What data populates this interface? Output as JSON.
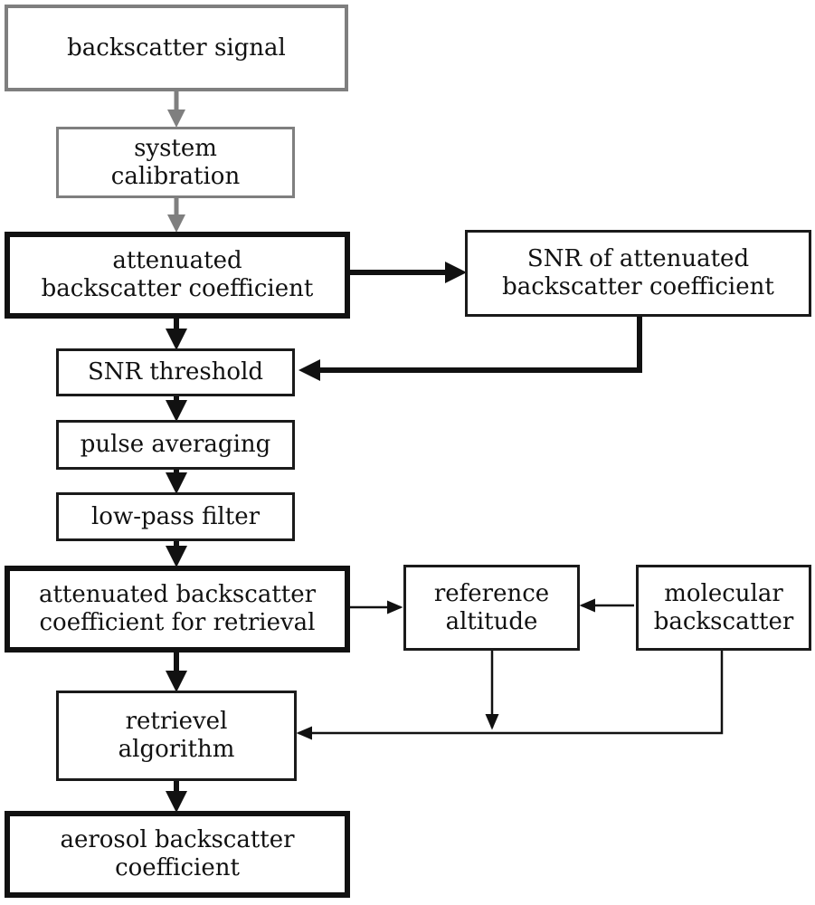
{
  "nodes": {
    "backscatter_signal": [
      "backscatter signal"
    ],
    "system_calibration": [
      "system",
      "calibration"
    ],
    "attenuated_coeff": [
      "attenuated",
      "backscatter coefficient"
    ],
    "snr_attenuated": [
      "SNR of attenuated",
      "backscatter coefficient"
    ],
    "snr_threshold": [
      "SNR threshold"
    ],
    "pulse_averaging": [
      "pulse averaging"
    ],
    "low_pass": [
      "low-pass filter"
    ],
    "coeff_retrieval": [
      "attenuated backscatter",
      "coefficient for retrieval"
    ],
    "reference_altitude": [
      "reference",
      "altitude"
    ],
    "molecular_backscatter": [
      "molecular",
      "backscatter"
    ],
    "retrievel_algorithm": [
      "retrievel",
      "algorithm"
    ],
    "aerosol_coeff": [
      "aerosol backscatter",
      "coefficient"
    ]
  },
  "colors": {
    "primary": "#111111",
    "muted": "#7f7f7f"
  }
}
